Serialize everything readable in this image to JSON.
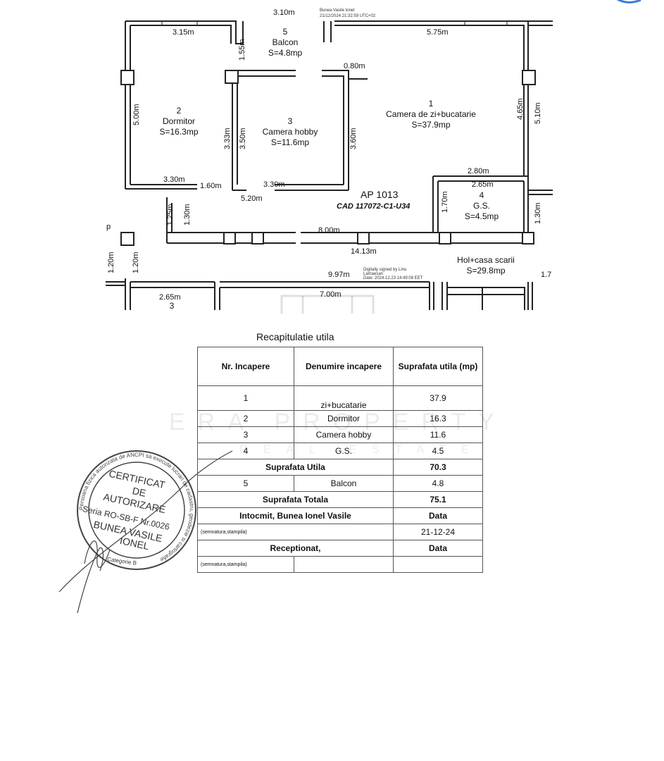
{
  "plan": {
    "apartment_label": "AP 1013",
    "cad_label": "CAD 117072-C1-U34",
    "signature_top": [
      "Bunea Vasile Ionel",
      "21/12/2024 21:32:59 UTC+02"
    ],
    "signature_mid": [
      "Digitally signed by Linu",
      "Lamaesan",
      "Date: 2024.12.23 14:49:08 EET"
    ],
    "rooms": [
      {
        "num": "5",
        "name": "Balcon",
        "area": "S=4.8mp"
      },
      {
        "num": "2",
        "name": "Dormitor",
        "area": "S=16.3mp"
      },
      {
        "num": "3",
        "name": "Camera hobby",
        "area": "S=11.6mp"
      },
      {
        "num": "1",
        "name": "Camera de zi+bucatarie",
        "area": "S=37.9mp"
      },
      {
        "num": "4",
        "name": "G.S.",
        "area": "S=4.5mp"
      },
      {
        "num": "",
        "name": "Hol+casa scarii",
        "area": "S=29.8mp"
      },
      {
        "num": "3",
        "name": "",
        "area": ""
      }
    ],
    "dims": {
      "d_310": "3.10m",
      "d_315": "3.15m",
      "d_575": "5.75m",
      "d_155": "1.55m",
      "d_080": "0.80m",
      "d_500": "5.00m",
      "d_465": "4.65m",
      "d_510": "5.10m",
      "d_333": "3.33m",
      "d_350": "3.50m",
      "d_360": "3.60m",
      "d_330a": "3.30m",
      "d_160": "1.60m",
      "d_330b": "3.30m",
      "d_280": "2.80m",
      "d_265a": "2.65m",
      "d_520": "5.20m",
      "d_170": "1.70m",
      "d_125": "1.25m",
      "d_130a": "1.30m",
      "d_130b": "1.30m",
      "d_800": "8.00m",
      "d_1413": "14.13m",
      "d_120a": "1.20m",
      "d_120b": "1.20m",
      "d_997": "9.97m",
      "d_17": "1.7",
      "d_265b": "2.65m",
      "d_700": "7.00m",
      "p": "p"
    }
  },
  "table": {
    "title": "Recapitulatie utila",
    "headers": [
      "Nr. Incapere",
      "Denumire incapere",
      "Suprafata utila (mp)"
    ],
    "rows": [
      {
        "nr": "1",
        "name": "zi+bucatarie",
        "area": "37.9"
      },
      {
        "nr": "2",
        "name": "Dormitor",
        "area": "16.3"
      },
      {
        "nr": "3",
        "name": "Camera hobby",
        "area": "11.6"
      },
      {
        "nr": "4",
        "name": "G.S.",
        "area": "4.5"
      }
    ],
    "utila_label": "Suprafata Utila",
    "utila_value": "70.3",
    "balcon": {
      "nr": "5",
      "name": "Balcon",
      "area": "4.8"
    },
    "totala_label": "Suprafata Totala",
    "totala_value": "75.1",
    "intocmit_label": "Intocmit, Bunea Ionel Vasile",
    "data_label_1": "Data",
    "sig_note_1": "(semnatura,stampila)",
    "date_value": "21-12-24",
    "receptionat_label": "Receptionat,",
    "data_label_2": "Data",
    "sig_note_2": "(semnatura,stampila)"
  },
  "watermark": {
    "main": "ERA PROPERTY",
    "sub": "REAL ESTATE"
  },
  "stamp": {
    "lines": [
      "CERTIFICAT",
      "DE",
      "AUTORIZARE",
      "Seria RO-SB-F Nr.0026",
      "BUNEA VASILE",
      "IONEL"
    ],
    "ring_text": "Persoana fizica autorizata de ANCPI sa execute lucrari de cadastru, geodezie si cartografie",
    "category": "Categorie B"
  }
}
